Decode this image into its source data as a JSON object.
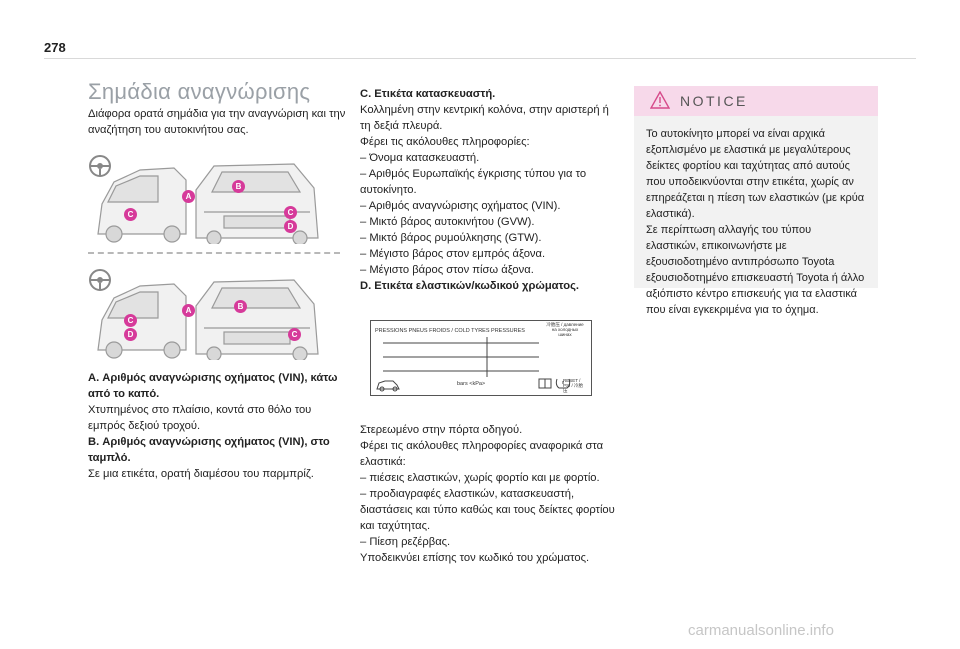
{
  "page": {
    "number": "278",
    "watermark": "carmanualsonline.info"
  },
  "left": {
    "title": "Σημάδια αναγνώρισης",
    "intro": "Διάφορα ορατά σημάδια για την αναγνώριση και την αναζήτηση του αυτοκινήτου σας.",
    "figure1": {
      "callouts": [
        "A",
        "B",
        "C",
        "C",
        "D"
      ]
    },
    "figure2": {
      "callouts": [
        "A",
        "B",
        "C",
        "D",
        "C"
      ]
    },
    "a_title": "A. Αριθμός αναγνώρισης οχήματος (VIN), κάτω από το καπό.",
    "a_text": " Χτυπημένος στο πλαίσιο, κοντά στο θόλο του εμπρός δεξιού τροχού.",
    "b_title": "B. Αριθμός αναγνώρισης οχήματος (VIN), στο ταμπλό.",
    "b_text": "Σε μια ετικέτα, ορατή διαμέσου του παρμπρίζ."
  },
  "middle": {
    "c_title": "C. Ετικέτα κατασκευαστή.",
    "c_text1": "Κολλημένη στην κεντρική κολόνα, στην αριστερή ή τη δεξιά πλευρά.",
    "c_text2": "Φέρει τις ακόλουθες πληροφορίες:",
    "c_items": [
      "– Όνομα κατασκευαστή.",
      "– Αριθμός Ευρωπαϊκής έγκρισης τύπου για το αυτοκίνητο.",
      "– Αριθμός αναγνώρισης οχήματος (VIN).",
      "– Μικτό βάρος αυτοκινήτου (GVW).",
      "– Μικτό βάρος ρυμούλκησης (GTW).",
      "– Μέγιστο βάρος στον εμπρός άξονα.",
      "– Μέγιστο βάρος στον πίσω άξονα."
    ],
    "d_title": "D. Ετικέτα ελαστικών/κωδικού χρώματος.",
    "tire_label": {
      "header": "PRESSIONS PNEUS FROIDS / COLD TYRES PRESSURES",
      "header2": "冷胎压 / давление на холодных шинах",
      "unit": "bars  <kPa>",
      "note": "RESET / PSI / 冷胎压"
    },
    "d_text1": "Στερεωμένο στην πόρτα οδηγού.",
    "d_text2": "Φέρει τις ακόλουθες πληροφορίες αναφορικά στα ελαστικά:",
    "d_items": [
      "– πιέσεις ελαστικών, χωρίς φορτίο και με φορτίο.",
      "– προδιαγραφές ελαστικών, κατασκευαστή, διαστάσεις και τύπο καθώς και τους δείκτες φορτίου και ταχύτητας.",
      "– Πίεση ρεζέρβας."
    ],
    "d_text3": "Υποδεικνύει επίσης τον κωδικό του χρώματος."
  },
  "notice": {
    "title": "NOTICE",
    "icon": "warning-triangle-icon",
    "p1": "Το αυτοκίνητο μπορεί να είναι αρχικά εξοπλισμένο με ελαστικά με μεγαλύτερους δείκτες φορτίου και ταχύτητας από αυτούς που υποδεικνύονται στην ετικέτα, χωρίς αν επηρεάζεται η πίεση των ελαστικών (με κρύα ελαστικά).",
    "p2": "Σε περίπτωση αλλαγής του τύπου ελαστικών, επικοινωνήστε με εξουσιοδοτημένο αντιπρόσωπο Toyota εξουσιοδοτημένο επισκευαστή Toyota ή άλλο αξιόπιστο κέντρο επισκευής για τα ελαστικά που είναι εγκεκριμένα για το όχημα."
  },
  "colors": {
    "callout": "#d63a9a",
    "notice_header": "#f7d9ea",
    "notice_bg": "#f2f2f2",
    "title_gray": "#9aa0a6"
  }
}
